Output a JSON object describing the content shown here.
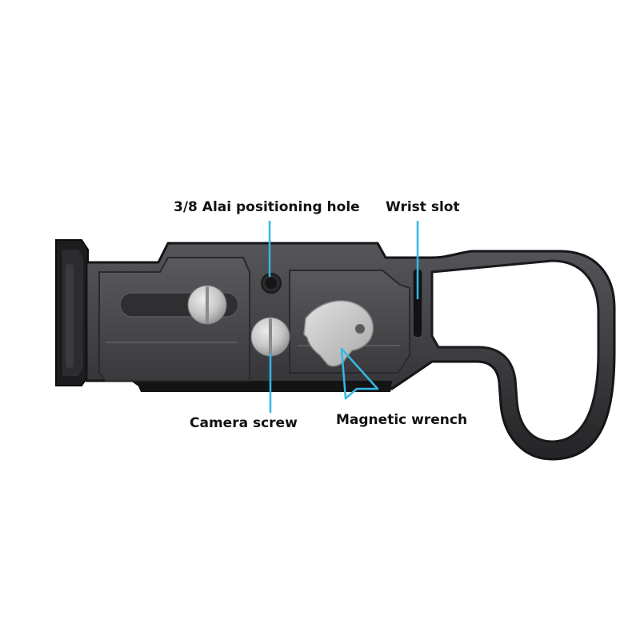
{
  "labels": {
    "positioning_hole": "3/8 Alai positioning hole",
    "wrist_slot": "Wrist slot",
    "camera_screw": "Camera screw",
    "magnetic_wrench": "Magnetic wrench"
  },
  "colors": {
    "plate_body": "#3a3a3c",
    "plate_edge": "#1c1c1e",
    "plate_face": "#4a4a4d",
    "metal_part": "#c9c9c9",
    "callout_line": "#35b8e6",
    "label_text": "#111111",
    "background": "#ffffff"
  }
}
